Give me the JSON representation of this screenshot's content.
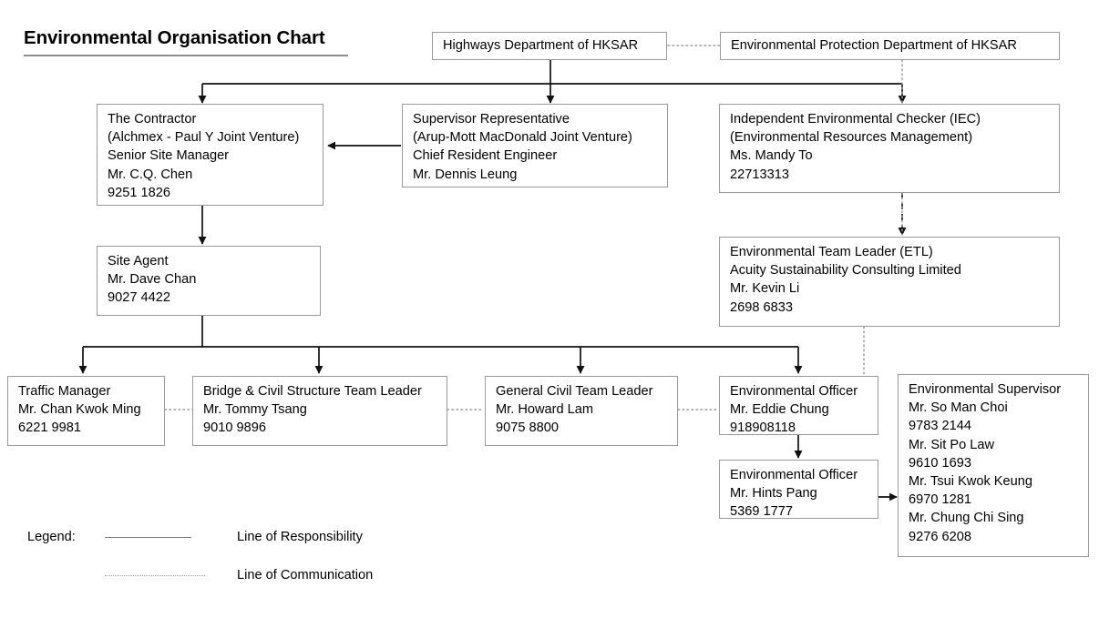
{
  "title": "Environmental Organisation Chart",
  "boxes": {
    "highways": {
      "lines": "Highways Department of HKSAR"
    },
    "epd": {
      "lines": "Environmental Protection Department of HKSAR"
    },
    "contractor": {
      "lines": "The Contractor\n(Alchmex - Paul Y Joint Venture)\nSenior Site Manager\nMr. C.Q. Chen\n9251 1826"
    },
    "supervisor": {
      "lines": "Supervisor Representative\n(Arup-Mott MacDonald Joint Venture)\nChief Resident Engineer\nMr. Dennis Leung"
    },
    "iec": {
      "lines": "Independent Environmental Checker (IEC)\n(Environmental Resources Management)\nMs. Mandy To\n22713313"
    },
    "site_agent": {
      "lines": "Site Agent\nMr. Dave Chan\n9027 4422"
    },
    "etl": {
      "lines": "Environmental Team Leader (ETL)\nAcuity Sustainability Consulting Limited\nMr. Kevin Li\n2698 6833"
    },
    "traffic_manager": {
      "lines": "Traffic Manager\nMr. Chan Kwok Ming\n6221 9981"
    },
    "bridge_civil": {
      "lines": "Bridge & Civil Structure Team Leader\nMr. Tommy Tsang\n9010 9896"
    },
    "general_civil": {
      "lines": "General Civil Team Leader\nMr. Howard Lam\n9075 8800"
    },
    "eo_chung": {
      "lines": "Environmental Officer\nMr. Eddie Chung\n918908118"
    },
    "eo_pang": {
      "lines": "Environmental Officer\nMr. Hints Pang\n5369 1777"
    },
    "env_supervisor": {
      "lines": "Environmental Supervisor\nMr. So Man Choi\n9783 2144\nMr. Sit Po Law\n9610 1693\nMr. Tsui Kwok Keung\n6970 1281\nMr. Chung Chi Sing\n9276 6208"
    }
  },
  "legend": {
    "label": "Legend:",
    "responsibility": "Line of Responsibility",
    "communication": "Line of Communication"
  },
  "colors": {
    "box_border": "#9a9a9a",
    "connector_solid": "#111111",
    "connector_dotted": "#9b9b9b",
    "text": "#000000",
    "background": "#ffffff",
    "title_rule": "#8d8d8d"
  },
  "chart_data": {
    "type": "diagram",
    "diagram_kind": "organisation-chart",
    "title": "Environmental Organisation Chart",
    "nodes": [
      {
        "id": "highways",
        "label": "Highways Department of HKSAR",
        "level": 0
      },
      {
        "id": "epd",
        "label": "Environmental Protection Department of HKSAR",
        "level": 0
      },
      {
        "id": "contractor",
        "label": "The Contractor",
        "level": 1
      },
      {
        "id": "supervisor",
        "label": "Supervisor Representative",
        "level": 1
      },
      {
        "id": "iec",
        "label": "Independent Environmental Checker (IEC)",
        "level": 1
      },
      {
        "id": "site_agent",
        "label": "Site Agent",
        "level": 2
      },
      {
        "id": "etl",
        "label": "Environmental Team Leader (ETL)",
        "level": 2
      },
      {
        "id": "traffic_manager",
        "label": "Traffic Manager",
        "level": 3
      },
      {
        "id": "bridge_civil",
        "label": "Bridge & Civil Structure Team Leader",
        "level": 3
      },
      {
        "id": "general_civil",
        "label": "General Civil Team Leader",
        "level": 3
      },
      {
        "id": "eo_chung",
        "label": "Environmental Officer - Mr. Eddie Chung",
        "level": 3
      },
      {
        "id": "eo_pang",
        "label": "Environmental Officer - Mr. Hints Pang",
        "level": 4
      },
      {
        "id": "env_supervisor",
        "label": "Environmental Supervisor",
        "level": 3
      }
    ],
    "edges": [
      {
        "from": "highways",
        "to": "contractor",
        "style": "solid"
      },
      {
        "from": "highways",
        "to": "supervisor",
        "style": "solid"
      },
      {
        "from": "highways",
        "to": "iec",
        "style": "solid"
      },
      {
        "from": "highways",
        "to": "epd",
        "style": "dotted"
      },
      {
        "from": "supervisor",
        "to": "contractor",
        "style": "solid"
      },
      {
        "from": "epd",
        "to": "iec",
        "style": "dotted"
      },
      {
        "from": "iec",
        "to": "etl",
        "style": "dashed"
      },
      {
        "from": "contractor",
        "to": "site_agent",
        "style": "solid"
      },
      {
        "from": "site_agent",
        "to": "traffic_manager",
        "style": "solid"
      },
      {
        "from": "site_agent",
        "to": "bridge_civil",
        "style": "solid"
      },
      {
        "from": "site_agent",
        "to": "general_civil",
        "style": "solid"
      },
      {
        "from": "site_agent",
        "to": "eo_chung",
        "style": "solid"
      },
      {
        "from": "etl",
        "to": "eo_chung",
        "style": "dotted"
      },
      {
        "from": "eo_chung",
        "to": "eo_pang",
        "style": "solid"
      },
      {
        "from": "eo_pang",
        "to": "env_supervisor",
        "style": "solid"
      },
      {
        "from": "traffic_manager",
        "to": "bridge_civil",
        "style": "dotted"
      },
      {
        "from": "bridge_civil",
        "to": "general_civil",
        "style": "dotted"
      },
      {
        "from": "general_civil",
        "to": "eo_chung",
        "style": "dotted"
      }
    ],
    "legend": [
      {
        "style": "solid",
        "meaning": "Line of Responsibility"
      },
      {
        "style": "dotted",
        "meaning": "Line of Communication"
      }
    ]
  }
}
